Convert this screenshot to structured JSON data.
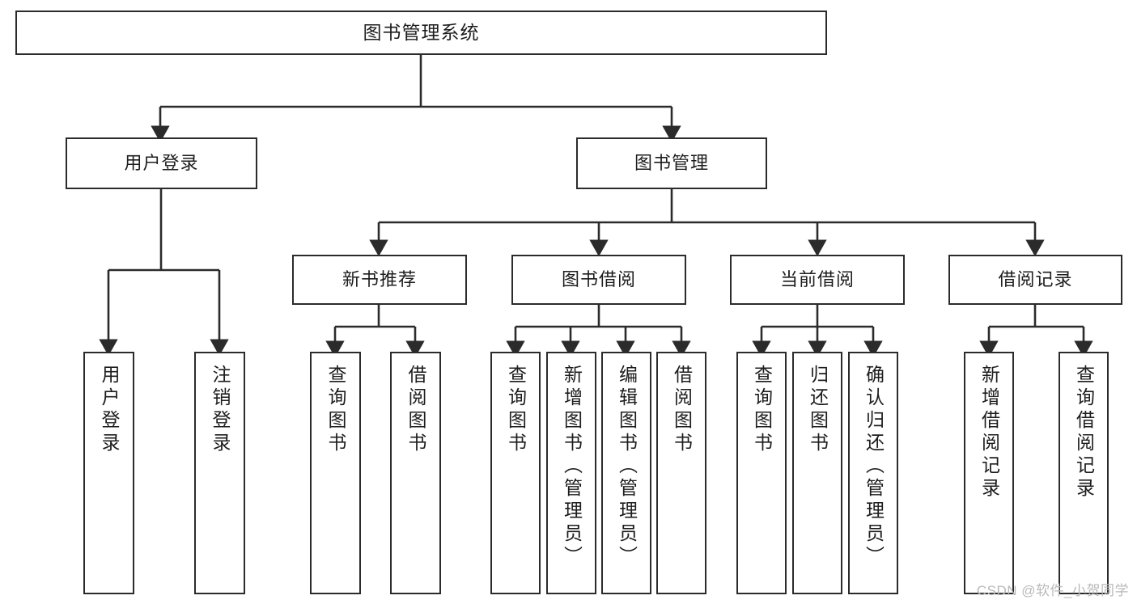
{
  "diagram": {
    "type": "tree",
    "title": "图书管理系统",
    "watermark": "CSDN @软件_小贺同学",
    "colors": {
      "border": "#2b2b2b",
      "fill": "#ffffff",
      "text": "#1d1d1d",
      "watermark": "#b9b9b9"
    },
    "nodes": {
      "root": {
        "label": "图书管理系统"
      },
      "level2": [
        {
          "id": "user-login",
          "label": "用户登录"
        },
        {
          "id": "book-manage",
          "label": "图书管理"
        }
      ],
      "level3": [
        {
          "id": "new-book-rec",
          "label": "新书推荐"
        },
        {
          "id": "book-borrow",
          "label": "图书借阅"
        },
        {
          "id": "current-borrow",
          "label": "当前借阅"
        },
        {
          "id": "borrow-record",
          "label": "借阅记录"
        }
      ],
      "leaves": {
        "user_login": [
          {
            "id": "leaf-user-login",
            "label": "用户登录"
          },
          {
            "id": "leaf-logout",
            "label": "注销登录"
          }
        ],
        "new_book_rec": [
          {
            "id": "leaf-query-book-1",
            "label": "查询图书"
          },
          {
            "id": "leaf-borrow-book-1",
            "label": "借阅图书"
          }
        ],
        "book_borrow": [
          {
            "id": "leaf-query-book-2",
            "label": "查询图书"
          },
          {
            "id": "leaf-add-book",
            "label": "新增图书（管理员）"
          },
          {
            "id": "leaf-edit-book",
            "label": "编辑图书（管理员）"
          },
          {
            "id": "leaf-borrow-book-2",
            "label": "借阅图书"
          }
        ],
        "current_borrow": [
          {
            "id": "leaf-query-book-3",
            "label": "查询图书"
          },
          {
            "id": "leaf-return-book",
            "label": "归还图书"
          },
          {
            "id": "leaf-confirm-return",
            "label": "确认归还（管理员）"
          }
        ],
        "borrow_record": [
          {
            "id": "leaf-add-record",
            "label": "新增借阅记录"
          },
          {
            "id": "leaf-query-record",
            "label": "查询借阅记录"
          }
        ]
      }
    }
  }
}
